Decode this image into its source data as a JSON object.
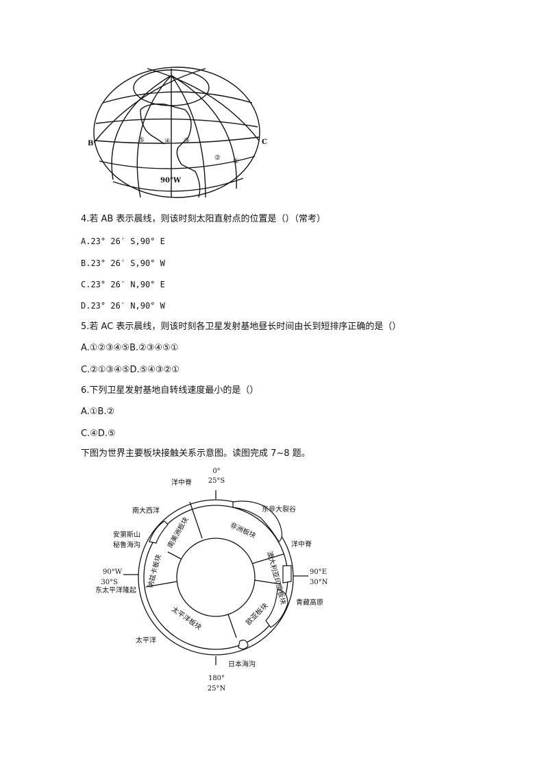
{
  "figure1": {
    "labels": {
      "B": "B",
      "C": "C",
      "meridian": "90°W",
      "sites": [
        "①",
        "②",
        "③",
        "④",
        "⑤"
      ]
    }
  },
  "questions": [
    {
      "stem": "4.若 AB 表示晨线，则该时刻太阳直射点的位置是（）（常考）",
      "options": [
        "A.23° 26′ S,90° E",
        "B.23° 26′ S,90° W",
        "C.23° 26′ N,90° E",
        "D.23° 26′ N,90° W"
      ]
    },
    {
      "stem": "5.若 AC 表示晨线，则该时刻各卫星发射基地昼长时间由长到短排序正确的是（）",
      "options": [
        "A.①②③④⑤B.②③④⑤①",
        "C.②①③④⑤D.⑤④③②①"
      ]
    },
    {
      "stem": "6.下列卫星发射基地自转线速度最小的是（）",
      "options": [
        "A.①B.②",
        "C.④D.⑤"
      ]
    }
  ],
  "intro": "下图为世界主要板块接触关系示意图。读图完成 7~8 题。",
  "figure2": {
    "top_coord": [
      "0°",
      "25°S"
    ],
    "bottom_coord": [
      "180°",
      "25°N"
    ],
    "left_coord": [
      "90°W",
      "30°S"
    ],
    "right_coord": [
      "90°E",
      "30°N"
    ],
    "features": {
      "ridge_top": "洋中脊",
      "south_atlantic": "南大西洋",
      "east_africa_rift": "东非大裂谷",
      "andes": "安第斯山",
      "peru_trench": "秘鲁海沟",
      "ridge_right": "洋中脊",
      "east_pacific_rise": "东太平洋隆起",
      "tibet_plateau": "青藏高原",
      "pacific": "太平洋",
      "japan_trench": "日本海沟"
    },
    "plates": {
      "south_america": "南美洲板块",
      "africa": "非洲板块",
      "indo_australia": "澳大利亚印度板块",
      "nazca": "纳兹卡板块",
      "pacific": "太平洋板块",
      "eurasia": "欧亚板块"
    }
  }
}
